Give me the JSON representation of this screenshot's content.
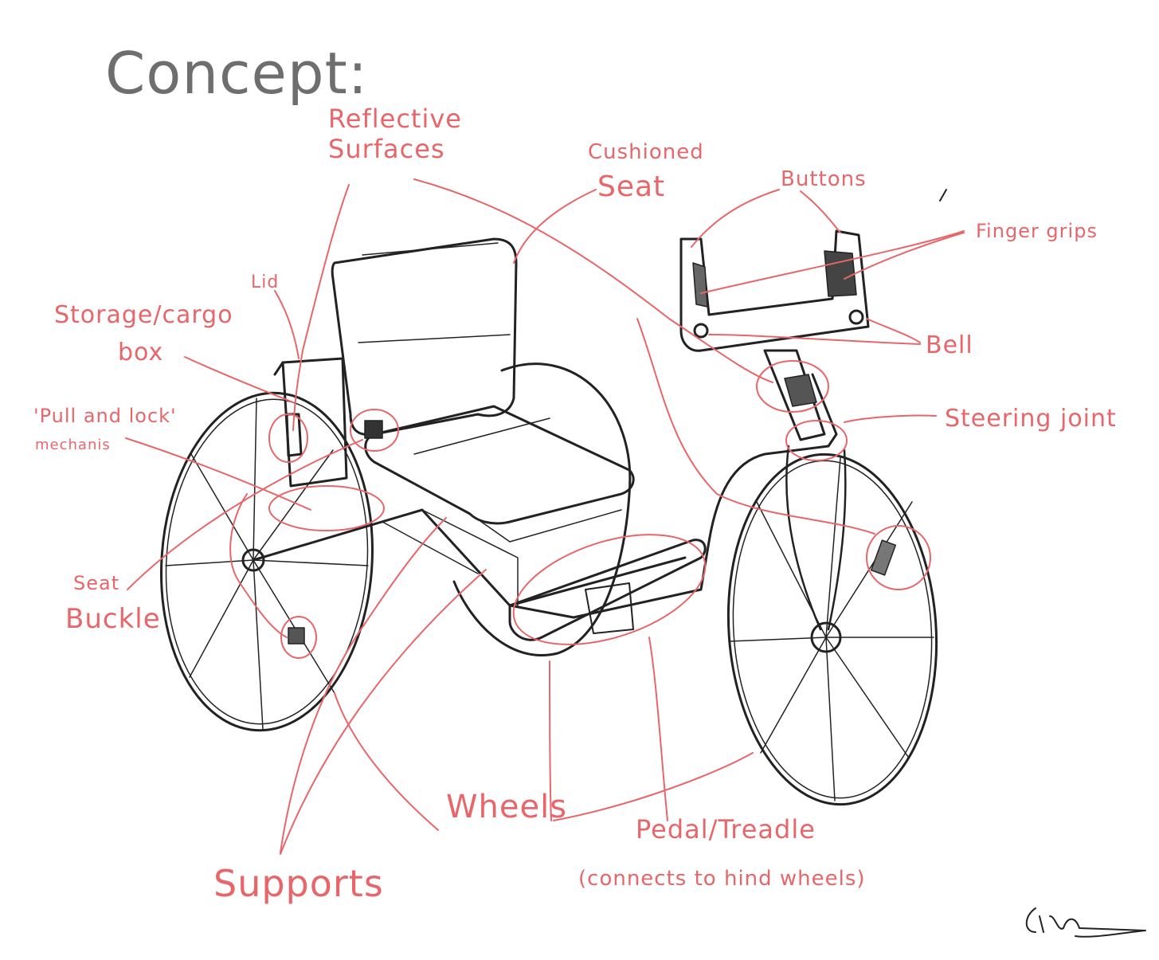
{
  "title": "Concept:",
  "labels": {
    "reflective": "Reflective Surfaces",
    "cushioned": "Cushioned",
    "seat": "Seat",
    "buttons": "Buttons",
    "finger_grips": "Finger grips",
    "lid": "Lid",
    "storage": "Storage/cargo",
    "box": "box",
    "pull_lock": "'Pull and lock'",
    "mechanism": "mechanis",
    "bell": "Bell",
    "steering_joint": "Steering joint",
    "seat_small": "Seat",
    "buckle": "Buckle",
    "wheels": "Wheels",
    "pedal": "Pedal/Treadle",
    "connects": "(connects to hind wheels)",
    "supports": "Supports"
  },
  "colors": {
    "annotation": "#e8666a",
    "sketch": "#222222",
    "title": "#6e6e6e"
  }
}
